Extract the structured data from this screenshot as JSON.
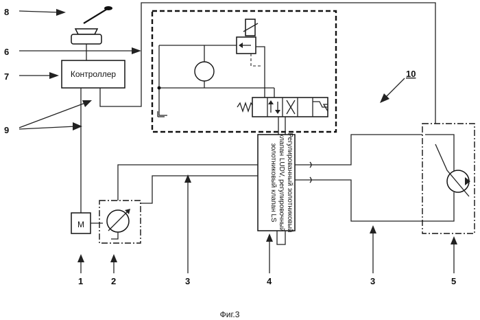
{
  "controller_label": "Контроллер",
  "valve_label_lines": [
    "Регулированный золотниковый",
    "клапан LUDV, регулировочный",
    "золотниковый клапан LS"
  ],
  "caption": "Фиг.3",
  "ref_numbers": {
    "n8": "8",
    "n6": "6",
    "n7": "7",
    "n9": "9",
    "n10": "10",
    "n1": "1",
    "n2": "2",
    "n3a": "3",
    "n4": "4",
    "n3b": "3",
    "n5": "5"
  },
  "motor_symbol": "M"
}
